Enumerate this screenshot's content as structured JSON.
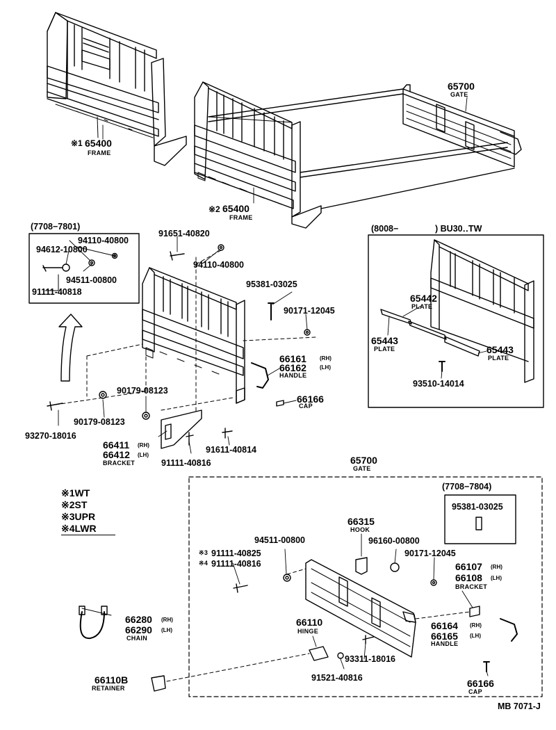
{
  "top_frame_1": {
    "mark": "※1",
    "part": "65400",
    "name": "FRAME"
  },
  "top_frame_2": {
    "mark": "※2",
    "part": "65400",
    "name": "FRAME"
  },
  "top_gate": {
    "part": "65700",
    "name": "GATE"
  },
  "inset_left": {
    "title": "(7708−7801)",
    "parts": [
      "94110-40800",
      "94612-10800",
      "94511-00800",
      "91111-40818"
    ]
  },
  "inset_right": {
    "title": "(8008−",
    "title_right": ") BU30‥TW",
    "plate_mid": {
      "part": "65442",
      "name": "PLATE"
    },
    "plate_left": {
      "part": "65443",
      "name": "PLATE"
    },
    "plate_right": {
      "part": "65443",
      "name": "PLATE"
    },
    "bolt": "93510-14014"
  },
  "mid": {
    "bolt_top": "91651-40820",
    "nut_top": "94110-40800",
    "screw": "95381-03025",
    "nut_right": "90171-12045",
    "handle": {
      "rh": "66161",
      "lh": "66162",
      "rh_tag": "(RH)",
      "lh_tag": "(LH)",
      "name": "HANDLE"
    },
    "cap": {
      "part": "66166",
      "name": "CAP"
    },
    "nut_a": "90179-08123",
    "nut_b": "90179-08123",
    "bolt_left": "93270-18016",
    "bracket": {
      "rh": "66411",
      "lh": "66412",
      "rh_tag": "(RH)",
      "lh_tag": "(LH)",
      "name": "BRACKET"
    },
    "bolt_b": "91611-40814",
    "bolt_c": "91111-40816"
  },
  "gate_box": {
    "part": "65700",
    "name": "GATE",
    "inset_title": "(7708−7804)",
    "inset_part": "95381-03025",
    "hook": {
      "part": "66315",
      "name": "HOOK"
    },
    "washer": "94511-00800",
    "spring": "96160-00800",
    "nut": "90171-12045",
    "bolt_upr": {
      "mark": "※3",
      "part": "91111-40825"
    },
    "bolt_lwr": {
      "mark": "※4",
      "part": "91111-40816"
    },
    "bracket": {
      "rh": "66107",
      "lh": "66108",
      "rh_tag": "(RH)",
      "lh_tag": "(LH)",
      "name": "BRACKET"
    },
    "hinge": {
      "part": "66110",
      "name": "HINGE"
    },
    "screw": "93311-18016",
    "bolt": "91521-40816",
    "handle": {
      "rh": "66164",
      "lh": "66165",
      "rh_tag": "(RH)",
      "lh_tag": "(LH)",
      "name": "HANDLE"
    },
    "cap": {
      "part": "66166",
      "name": "CAP"
    }
  },
  "chain": {
    "rh": "66280",
    "lh": "66290",
    "rh_tag": "(RH)",
    "lh_tag": "(LH)",
    "name": "CHAIN"
  },
  "retainer": {
    "part": "66110B",
    "name": "RETAINER"
  },
  "legend": [
    {
      "mark": "※1",
      "text": "WT"
    },
    {
      "mark": "※2",
      "text": "ST"
    },
    {
      "mark": "※3",
      "text": "UPR"
    },
    {
      "mark": "※4",
      "text": "LWR"
    }
  ],
  "footer": "MB 7071-J"
}
